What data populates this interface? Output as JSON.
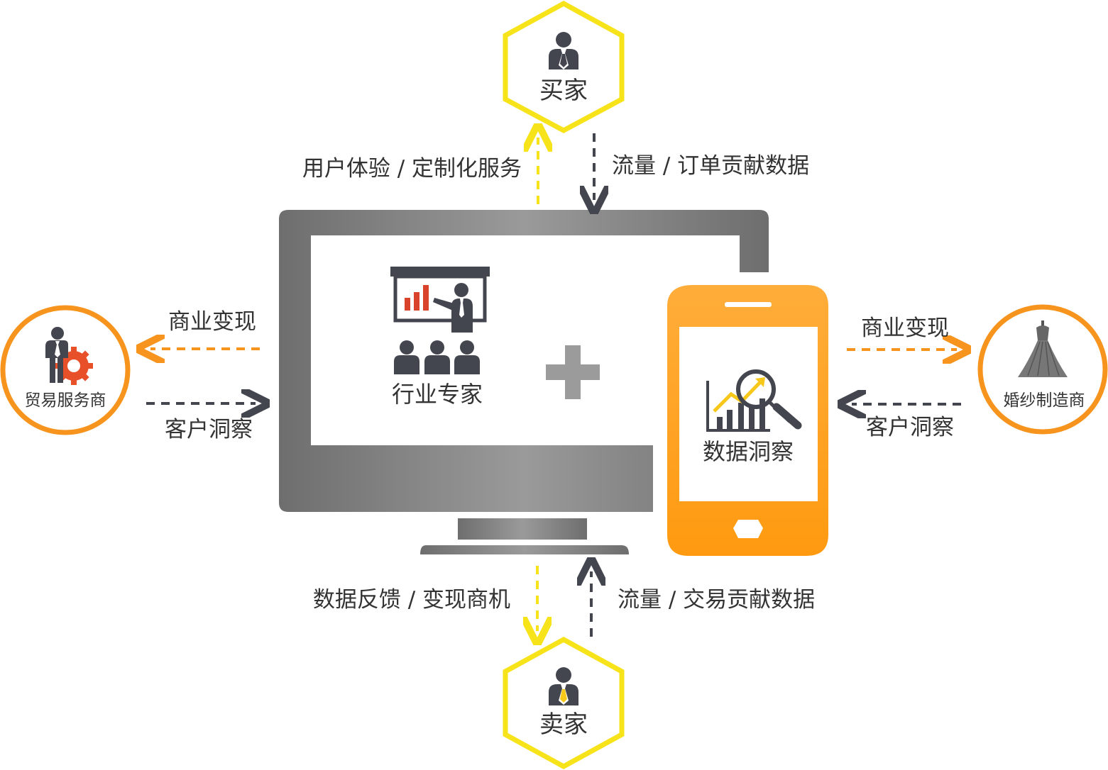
{
  "nodes": {
    "buyer": "买家",
    "seller": "卖家",
    "trade_service": "贸易服务商",
    "wedding_maker": "婚纱制造商",
    "expert": "行业专家",
    "insight": "数据洞察"
  },
  "flows": {
    "buyer_out": "用户体验 / 定制化服务",
    "buyer_in": "流量 / 订单贡献数据",
    "seller_out": "数据反馈 / 变现商机",
    "seller_in": "流量 / 交易贡献数据",
    "left_monetize": "商业变现",
    "left_insight": "客户洞察",
    "right_monetize": "商业变现",
    "right_insight": "客户洞察"
  },
  "colors": {
    "yellow": "#f7e31a",
    "orange": "#f7941d",
    "phone": "#ff9a1a",
    "dark": "#44464f",
    "monitor": "#7a7a7a",
    "gear": "#e8502a",
    "chart_red": "#d9432b"
  }
}
